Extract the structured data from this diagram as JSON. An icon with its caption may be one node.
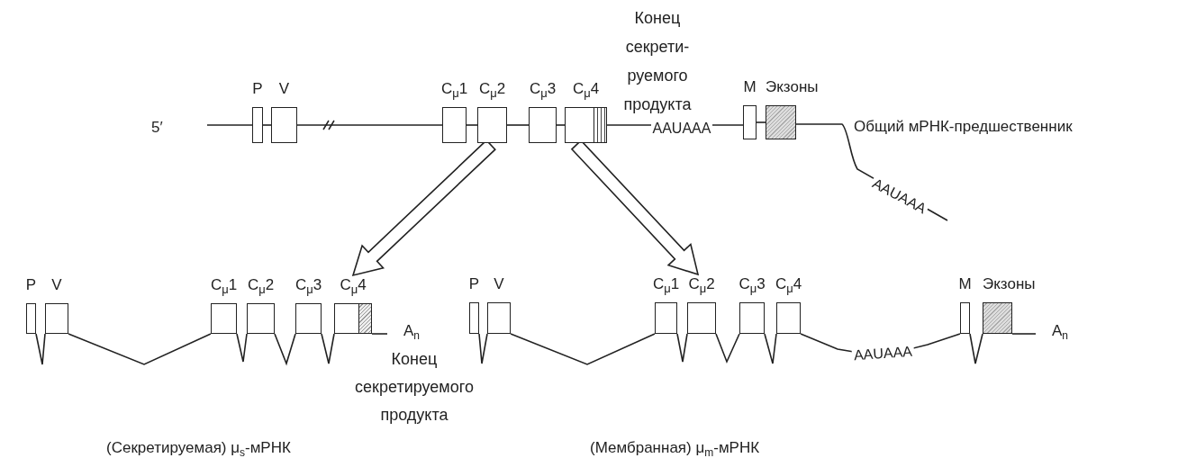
{
  "diagram": {
    "nodes": [
      {
        "text": [
          "P"
        ]
      },
      {
        "text": [
          "V"
        ]
      },
      {
        "text": [
          "C$_{μ}$1"
        ]
      },
      {
        "text": [
          "C$_{μ}$2"
        ]
      },
      {
        "text": [
          "C$_{μ}$3"
        ]
      },
      {
        "text": [
          "C$_{μ}$4"
        ]
      },
      {
        "text": [
          "M"
        ]
      },
      {
        "text": [
          "Экзоны"
        ]
      },
      {
        "text": [
          "P"
        ]
      },
      {
        "text": [
          "V"
        ]
      },
      {
        "text": [
          "C$_{μ}$1"
        ]
      },
      {
        "text": [
          "C$_{μ}$2"
        ]
      },
      {
        "text": [
          "C$_{μ}$3"
        ]
      },
      {
        "text": [
          "C$_{μ}$4"
        ]
      },
      {
        "text": [
          "P"
        ]
      },
      {
        "text": [
          "V"
        ]
      },
      {
        "text": [
          "C$_{μ}$1"
        ]
      },
      {
        "text": [
          "C$_{μ}$2"
        ]
      },
      {
        "text": [
          "C$_{μ}$3"
        ]
      },
      {
        "text": [
          "C$_{μ}$4"
        ]
      },
      {
        "text": [
          "M"
        ]
      },
      {
        "text": [
          "Экзоны"
        ]
      }
    ],
    "edges": [
      {
        "from": null,
        "to": 0,
        "arrow": "none"
      },
      {
        "from": 0,
        "to": 1,
        "arrow": "none"
      },
      {
        "from": 1,
        "to": 2,
        "arrow": "none"
      },
      {
        "from": 2,
        "to": 3,
        "arrow": "none"
      },
      {
        "from": 3,
        "to": 4,
        "arrow": "none"
      },
      {
        "from": 4,
        "to": 5,
        "arrow": "none"
      },
      {
        "from": 5,
        "to": 6,
        "arrow": "none",
        "label": "AAUAAA"
      },
      {
        "from": 6,
        "to": 7,
        "arrow": "none"
      },
      {
        "from": 7,
        "to": null,
        "arrow": "none",
        "label": "AAUAAA"
      },
      {
        "from": 3,
        "to": 13,
        "arrow": "to",
        "style": "thick"
      },
      {
        "from": 5,
        "to": 17,
        "arrow": "to",
        "style": "thick"
      },
      {
        "from": 8,
        "to": 9,
        "arrow": "none"
      },
      {
        "from": 9,
        "to": 10,
        "arrow": "none"
      },
      {
        "from": 10,
        "to": 11,
        "arrow": "none"
      },
      {
        "from": 11,
        "to": 12,
        "arrow": "none"
      },
      {
        "from": 12,
        "to": 13,
        "arrow": "none"
      },
      {
        "from": 13,
        "to": null,
        "arrow": "none"
      },
      {
        "from": 14,
        "to": 15,
        "arrow": "none"
      },
      {
        "from": 15,
        "to": 16,
        "arrow": "none"
      },
      {
        "from": 16,
        "to": 17,
        "arrow": "none"
      },
      {
        "from": 17,
        "to": 18,
        "arrow": "none"
      },
      {
        "from": 18,
        "to": 19,
        "arrow": "none"
      },
      {
        "from": 19,
        "to": 20,
        "arrow": "none",
        "label": "AAUAAA"
      },
      {
        "from": 20,
        "to": 21,
        "arrow": "none"
      },
      {
        "from": 21,
        "to": null,
        "arrow": "none"
      }
    ],
    "labels": [
      "5′",
      "Конец секрети- руемого продукта",
      "Общий мРНК-предшественник",
      "A$_{n}$",
      "Конец секретируемого продукта",
      "A$_{n}$",
      "(Секретируемая) μ$_{s}$-мРНК",
      "(Мембранная) μ$_{m}$-мРНК"
    ]
  }
}
